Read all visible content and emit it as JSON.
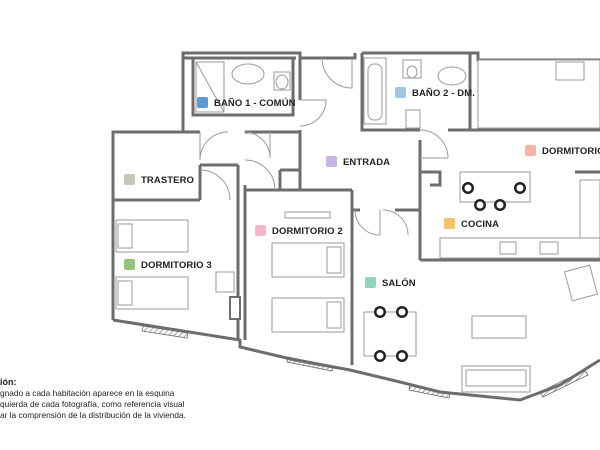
{
  "colors": {
    "bano1": "#5b9bd5",
    "bano2": "#9fc5e8",
    "entrada": "#c7b3e6",
    "trastero": "#c9c7b6",
    "dormitorio3": "#93c47d",
    "dormitorio2": "#f4b6c8",
    "dormitorio1": "#f4b4a4",
    "cocina": "#f6c26b",
    "salon": "#8fd3c1"
  },
  "rooms": {
    "bano1": "BAÑO 1 - COMÚN",
    "bano2": "BAÑO 2 - DM.",
    "entrada": "ENTRADA",
    "trastero": "TRASTERO",
    "dormitorio3": "DORMITORIO 3",
    "dormitorio2": "DORMITORIO 2",
    "dormitorio1": "DORMITORIO P",
    "cocina": "COCINA",
    "salon": "SALÓN"
  },
  "legend": {
    "title": "ión:",
    "line1": "gnado a cada habitación aparece en la esquina",
    "line2": "quierda de cada fotografía, como referencia visual",
    "line3": "ar la comprensión de la distribución de la vivienda."
  }
}
